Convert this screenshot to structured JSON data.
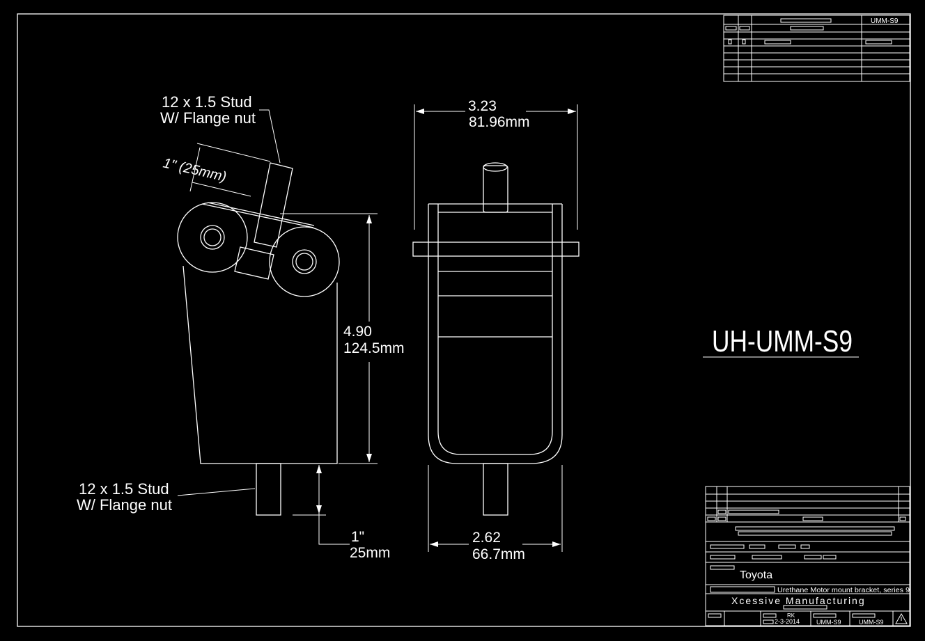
{
  "drawing": {
    "part_number_large": "UH-UMM-S9",
    "top_stud_label_line1": "12 x 1.5 Stud",
    "top_stud_label_line2": "W/ Flange nut",
    "stud_length_label": "1\" (25mm)",
    "bottom_stud_label_line1": "12 x 1.5 Stud",
    "bottom_stud_label_line2": "W/ Flange nut",
    "height_in": "4.90",
    "height_mm": "124.5mm",
    "bottom_stud_in": "1\"",
    "bottom_stud_mm": "25mm",
    "top_width_in": "3.23",
    "top_width_mm": "81.96mm",
    "bottom_width_in": "2.62",
    "bottom_width_mm": "66.7mm"
  },
  "rev_block": {
    "number": "UMM-S9"
  },
  "title_block": {
    "customer": "Toyota",
    "description": "Urethane Motor mount bracket, series 9",
    "company": "Xcessive Manufacturing",
    "drawn_by": "RK",
    "date": "2-3-2014",
    "drawing_no": "UMM-S9",
    "part_no": "UMM-S9"
  }
}
